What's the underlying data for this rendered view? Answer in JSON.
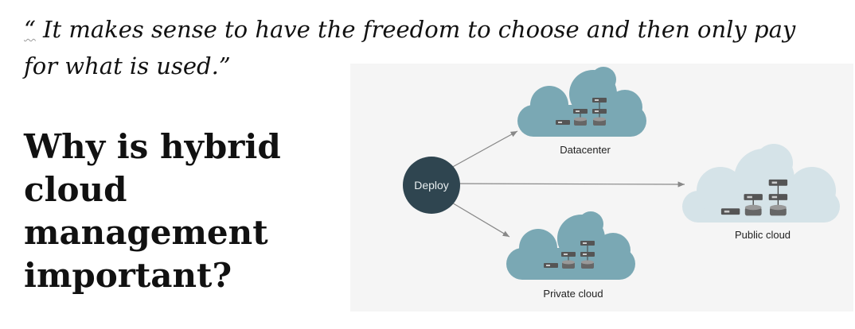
{
  "quote": {
    "open_mark": "“",
    "text": " It makes sense to have the freedom to choose and then only pay for what is used.”"
  },
  "heading": "Why is hybrid cloud management important?",
  "diagram": {
    "source_label": "Deploy",
    "targets": [
      {
        "label": "Datacenter"
      },
      {
        "label": "Public cloud"
      },
      {
        "label": "Private cloud"
      }
    ],
    "colors": {
      "deploy": "#2f4550",
      "cloud_dark": "#7aa8b4",
      "cloud_light": "#d5e3e8",
      "arrow": "#888888"
    }
  }
}
